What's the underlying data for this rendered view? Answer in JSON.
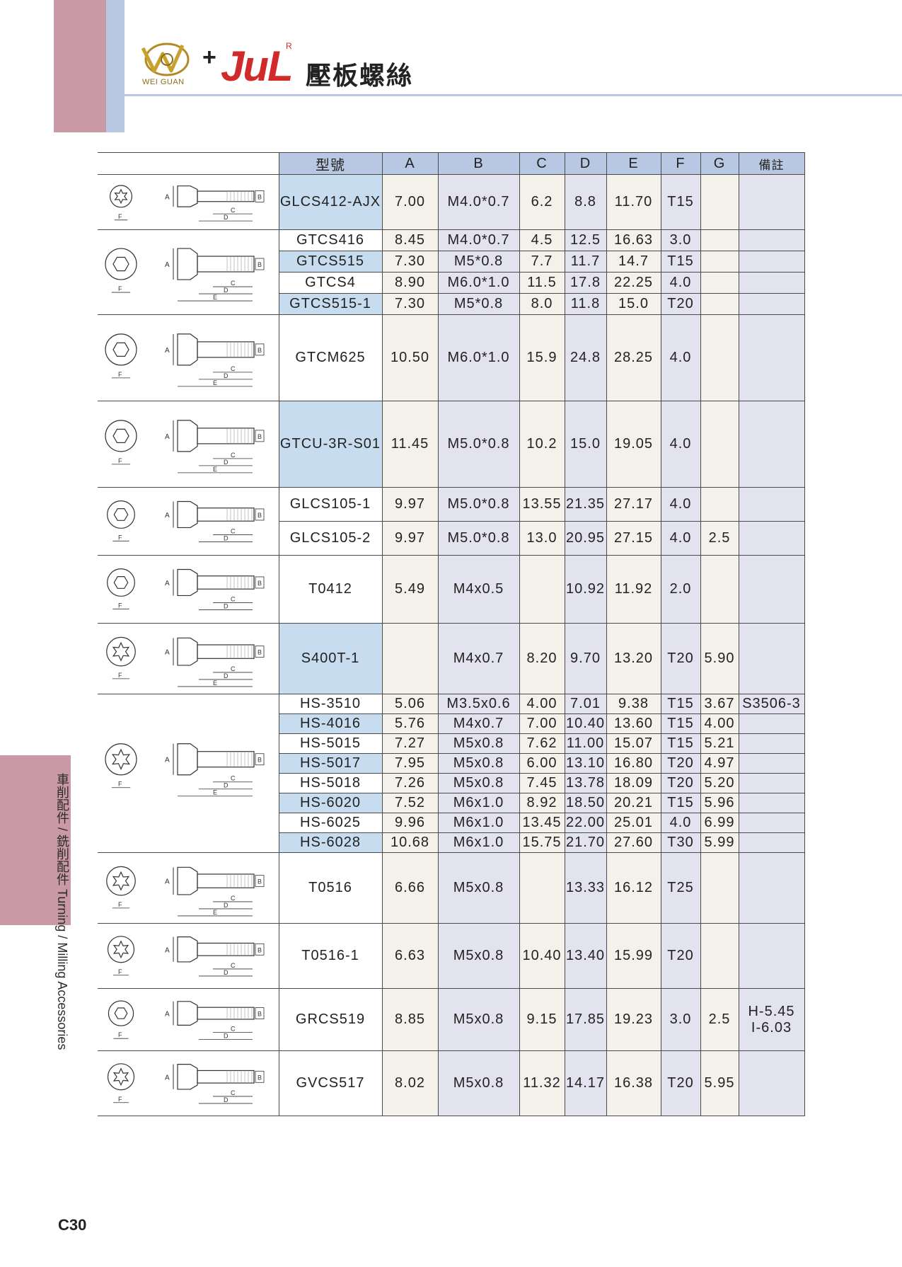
{
  "header": {
    "logo_text": "WEI GUAN",
    "plus": "+",
    "brand": "JuL",
    "registered": "R",
    "title": "壓板螺絲"
  },
  "side_tab": {
    "text": "車削配件 / 銑削配件 Turning / Milling Accessories"
  },
  "page_number": "C30",
  "table": {
    "columns": [
      "型號",
      "A",
      "B",
      "C",
      "D",
      "E",
      "F",
      "G",
      "備註"
    ],
    "groups": [
      {
        "drawing": "torx-countersunk-1",
        "rows": [
          {
            "model": "GLCS412-AJX",
            "A": "7.00",
            "B": "M4.0*0.7",
            "C": "6.2",
            "D": "8.8",
            "E": "11.70",
            "F": "T15",
            "G": "",
            "note": ""
          }
        ]
      },
      {
        "drawing": "hex-countersunk-1",
        "rows": [
          {
            "model": "GTCS416",
            "A": "8.45",
            "B": "M4.0*0.7",
            "C": "4.5",
            "D": "12.5",
            "E": "16.63",
            "F": "3.0",
            "G": "",
            "note": ""
          },
          {
            "model": "GTCS515",
            "A": "7.30",
            "B": "M5*0.8",
            "C": "7.7",
            "D": "11.7",
            "E": "14.7",
            "F": "T15",
            "G": "",
            "note": ""
          },
          {
            "model": "GTCS4",
            "A": "8.90",
            "B": "M6.0*1.0",
            "C": "11.5",
            "D": "17.8",
            "E": "22.25",
            "F": "4.0",
            "G": "",
            "note": ""
          },
          {
            "model": "GTCS515-1",
            "A": "7.30",
            "B": "M5*0.8",
            "C": "8.0",
            "D": "11.8",
            "E": "15.0",
            "F": "T20",
            "G": "",
            "note": ""
          }
        ]
      },
      {
        "drawing": "hex-countersunk-2",
        "rows": [
          {
            "model": "GTCM625",
            "A": "10.50",
            "B": "M6.0*1.0",
            "C": "15.9",
            "D": "24.8",
            "E": "28.25",
            "F": "4.0",
            "G": "",
            "note": ""
          }
        ]
      },
      {
        "drawing": "hex-countersunk-3",
        "rows": [
          {
            "model": "GTCU-3R-S01",
            "A": "11.45",
            "B": "M5.0*0.8",
            "C": "10.2",
            "D": "15.0",
            "E": "19.05",
            "F": "4.0",
            "G": "",
            "note": ""
          }
        ]
      },
      {
        "drawing": "hex-double-ended",
        "rows": [
          {
            "model": "GLCS105-1",
            "A": "9.97",
            "B": "M5.0*0.8",
            "C": "13.55",
            "D": "21.35",
            "E": "27.17",
            "F": "4.0",
            "G": "",
            "note": ""
          },
          {
            "model": "GLCS105-2",
            "A": "9.97",
            "B": "M5.0*0.8",
            "C": "13.0",
            "D": "20.95",
            "E": "27.15",
            "F": "4.0",
            "G": "2.5",
            "note": ""
          }
        ]
      },
      {
        "drawing": "hex-straight",
        "rows": [
          {
            "model": "T0412",
            "A": "5.49",
            "B": "M4x0.5",
            "C": "",
            "D": "10.92",
            "E": "11.92",
            "F": "2.0",
            "G": "",
            "note": ""
          }
        ]
      },
      {
        "drawing": "torx-spherical",
        "rows": [
          {
            "model": "S400T-1",
            "A": "",
            "B": "M4x0.7",
            "C": "8.20",
            "D": "9.70",
            "E": "13.20",
            "F": "T20",
            "G": "5.90",
            "note": ""
          }
        ]
      },
      {
        "drawing": "torx-spherical-2",
        "rows": [
          {
            "model": "HS-3510",
            "A": "5.06",
            "B": "M3.5x0.6",
            "C": "4.00",
            "D": "7.01",
            "E": "9.38",
            "F": "T15",
            "G": "3.67",
            "note": "S3506-3"
          },
          {
            "model": "HS-4016",
            "A": "5.76",
            "B": "M4x0.7",
            "C": "7.00",
            "D": "10.40",
            "E": "13.60",
            "F": "T15",
            "G": "4.00",
            "note": ""
          },
          {
            "model": "HS-5015",
            "A": "7.27",
            "B": "M5x0.8",
            "C": "7.62",
            "D": "11.00",
            "E": "15.07",
            "F": "T15",
            "G": "5.21",
            "note": ""
          },
          {
            "model": "HS-5017",
            "A": "7.95",
            "B": "M5x0.8",
            "C": "6.00",
            "D": "13.10",
            "E": "16.80",
            "F": "T20",
            "G": "4.97",
            "note": ""
          },
          {
            "model": "HS-5018",
            "A": "7.26",
            "B": "M5x0.8",
            "C": "7.45",
            "D": "13.78",
            "E": "18.09",
            "F": "T20",
            "G": "5.20",
            "note": ""
          },
          {
            "model": "HS-6020",
            "A": "7.52",
            "B": "M6x1.0",
            "C": "8.92",
            "D": "18.50",
            "E": "20.21",
            "F": "T15",
            "G": "5.96",
            "note": ""
          },
          {
            "model": "HS-6025",
            "A": "9.96",
            "B": "M6x1.0",
            "C": "13.45",
            "D": "22.00",
            "E": "25.01",
            "F": "4.0",
            "G": "6.99",
            "note": ""
          },
          {
            "model": "HS-6028",
            "A": "10.68",
            "B": "M6x1.0",
            "C": "15.75",
            "D": "21.70",
            "E": "27.60",
            "F": "T30",
            "G": "5.99",
            "note": ""
          }
        ]
      },
      {
        "drawing": "torx-straight-1",
        "rows": [
          {
            "model": "T0516",
            "A": "6.66",
            "B": "M5x0.8",
            "C": "",
            "D": "13.33",
            "E": "16.12",
            "F": "T25",
            "G": "",
            "note": ""
          }
        ]
      },
      {
        "drawing": "torx-straight-2",
        "rows": [
          {
            "model": "T0516-1",
            "A": "6.63",
            "B": "M5x0.8",
            "C": "10.40",
            "D": "13.40",
            "E": "15.99",
            "F": "T20",
            "G": "",
            "note": ""
          }
        ]
      },
      {
        "drawing": "hex-double-ended-2",
        "rows": [
          {
            "model": "GRCS519",
            "A": "8.85",
            "B": "M5x0.8",
            "C": "9.15",
            "D": "17.85",
            "E": "19.23",
            "F": "3.0",
            "G": "2.5",
            "note": "H-5.45\nI-6.03"
          }
        ]
      },
      {
        "drawing": "torx-countersunk-2",
        "rows": [
          {
            "model": "GVCS517",
            "A": "8.02",
            "B": "M5x0.8",
            "C": "11.32",
            "D": "14.17",
            "E": "16.38",
            "F": "T20",
            "G": "5.95",
            "note": ""
          }
        ]
      }
    ]
  }
}
